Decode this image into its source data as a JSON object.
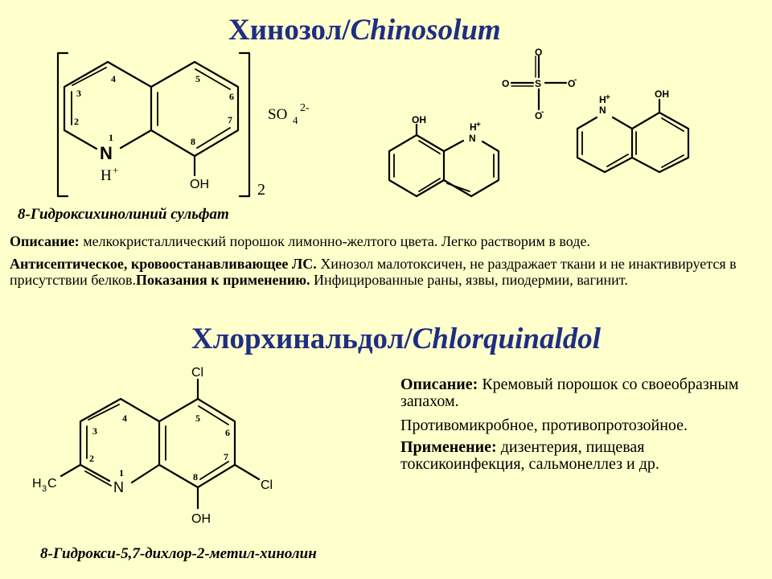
{
  "section1": {
    "title_ru": "Хинозол/",
    "title_lat": "Chinosolum",
    "caption": "8-Гидроксихинолиний сульфат",
    "structure": {
      "nums": [
        "1",
        "2",
        "3",
        "4",
        "5",
        "6",
        "7",
        "8"
      ],
      "n_label": "N",
      "h_label": "H",
      "h_charge": "+",
      "oh_label": "OH",
      "so4_label": "SO",
      "so4_sub": "4",
      "so4_charge": "2-",
      "multiplier": "2"
    },
    "sulfate": {
      "s": "S",
      "o_top": "O",
      "o_left": "O",
      "o_right": "O",
      "o_bottom": "O",
      "minus": "-"
    },
    "ion": {
      "oh": "OH",
      "h": "H",
      "plus": "+",
      "n": "N"
    },
    "desc_label": "Описание:",
    "desc_text": " мелкокристаллический   порошок   лимонно-желтого цвета. Легко растворим в воде.",
    "action_label": "Антисептическое, кровоостанавливающее ЛС.",
    "action_text": " Хинозол малотоксичен, не раздражает ткани и не инактивируется в присутствии белков.",
    "indic_label": "Показания к применению.",
    "indic_text": " Инфицированные раны, язвы, пиодермии, вагинит."
  },
  "section2": {
    "title_ru": "Хлорхинальдол/",
    "title_lat": "Chlorquinaldol",
    "caption": "8-Гидрокси-5,7-дихлор-2-метил-хинолин",
    "structure": {
      "cl_top": "Cl",
      "cl_right": "Cl",
      "n_label": "N",
      "oh_label": "OH",
      "ch3_h": "H",
      "ch3_sub": "3",
      "ch3_c": "C",
      "nums": [
        "1",
        "2",
        "3",
        "4",
        "5",
        "6",
        "7",
        "8"
      ]
    },
    "desc_label": "Описание:",
    "desc_text": " Кремовый порошок со своеобразным запахом.",
    "action_text": "Противомикробное, противопротозойное.",
    "use_label": "Применение:",
    "use_text": " дизентерия, пищевая токсикоинфекция, сальмонеллез и др."
  },
  "colors": {
    "background": "#ffffcc",
    "title": "#1f2e82",
    "text": "#000000"
  }
}
